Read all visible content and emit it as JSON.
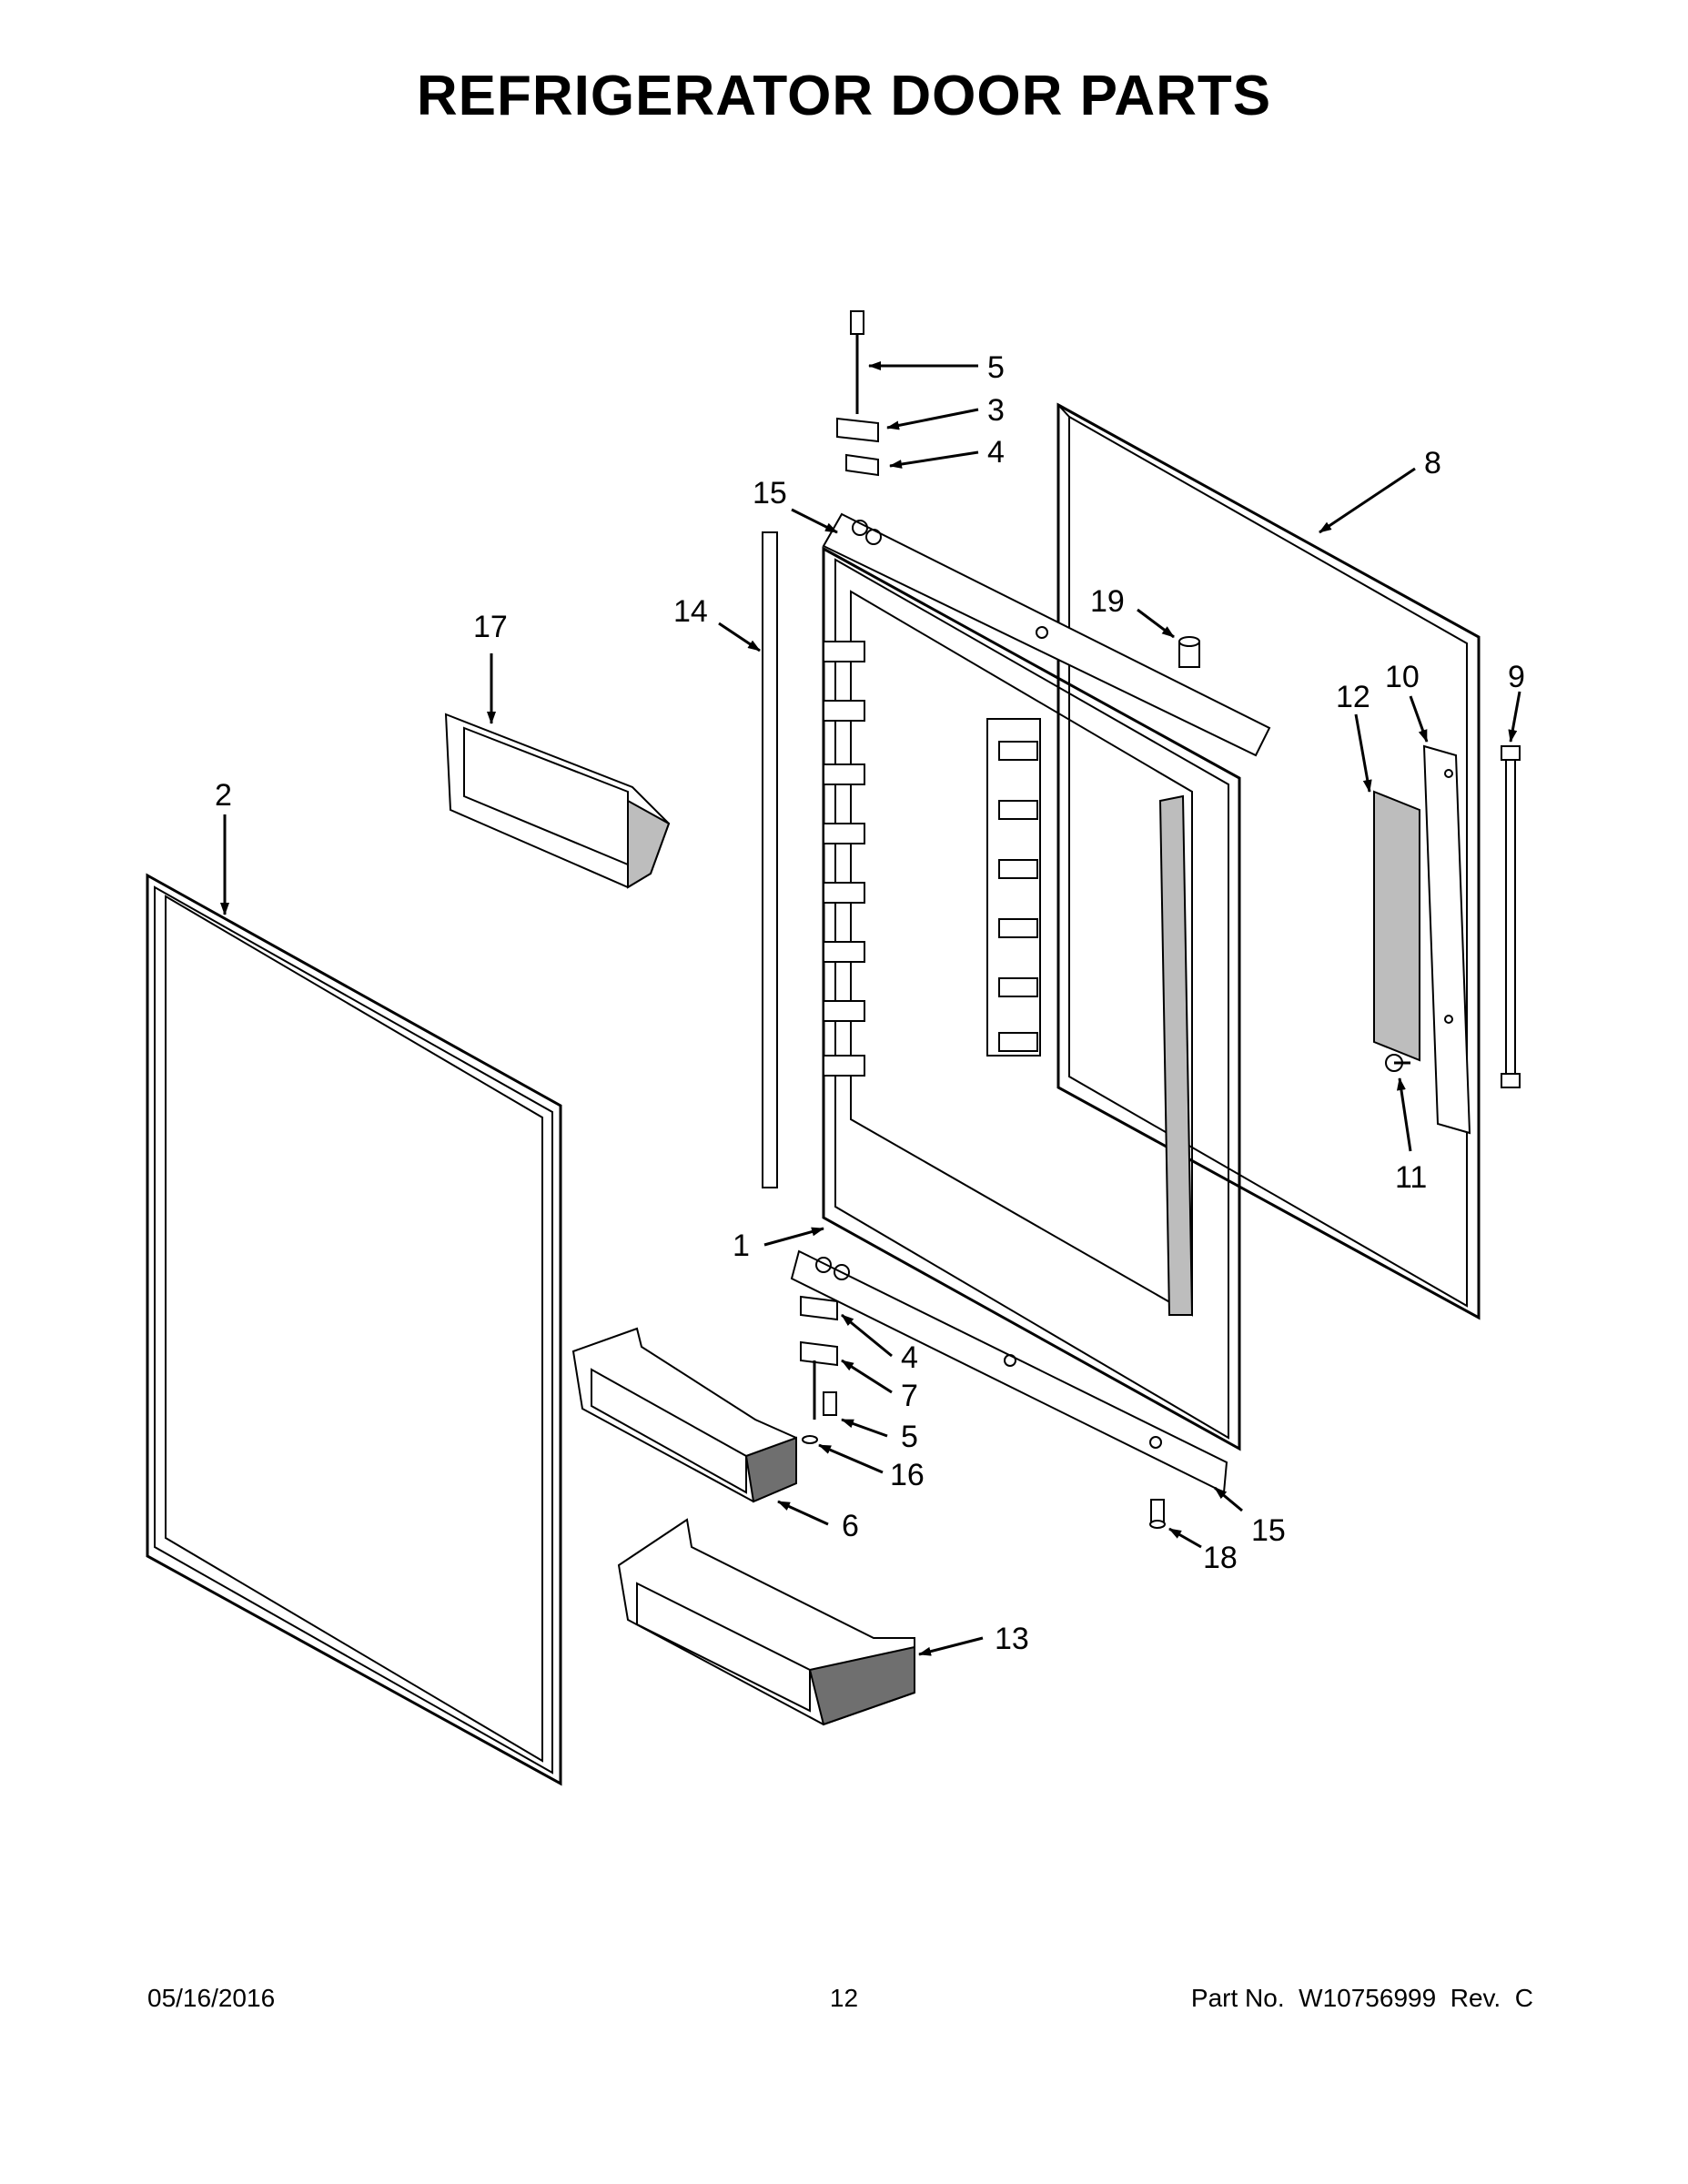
{
  "title": "REFRIGERATOR DOOR PARTS",
  "callouts": [
    "5",
    "3",
    "4",
    "8",
    "15",
    "19",
    "14",
    "17",
    "12",
    "10",
    "9",
    "2",
    "11",
    "1",
    "4",
    "7",
    "5",
    "16",
    "6",
    "15",
    "18",
    "13"
  ],
  "footer": {
    "date": "05/16/2016",
    "page": "12",
    "part_no": "Part No.  W10756999  Rev.  C"
  }
}
